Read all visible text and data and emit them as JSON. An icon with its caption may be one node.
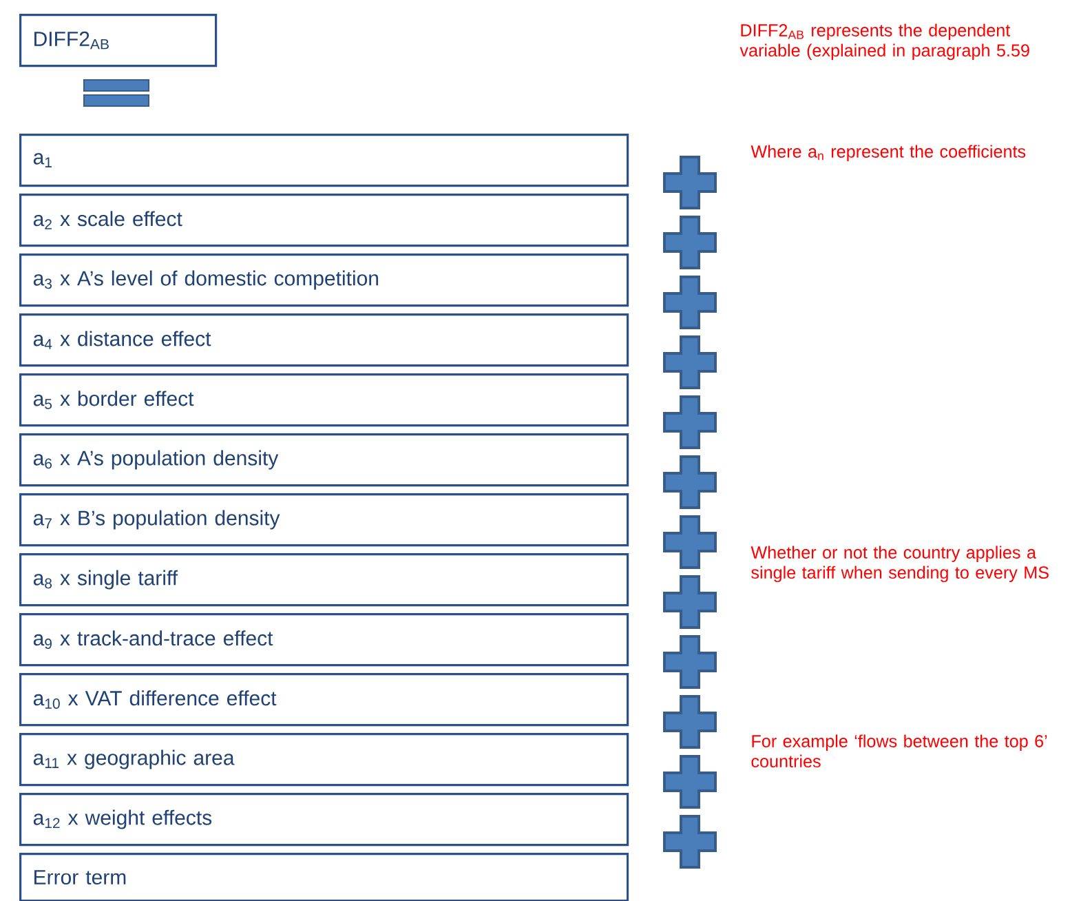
{
  "diagram": {
    "nodes": [
      {
        "text": [
          "DIFF2$_{AB}$"
        ]
      },
      {
        "text": [
          "a$_{1}$"
        ]
      },
      {
        "text": [
          "a$_{2}$ x scale effect"
        ]
      },
      {
        "text": [
          "a$_{3}$ x A’s level of domestic competition"
        ]
      },
      {
        "text": [
          "a$_{4}$ x distance effect"
        ]
      },
      {
        "text": [
          "a$_{5}$ x border effect"
        ]
      },
      {
        "text": [
          "a$_{6}$ x A’s population density"
        ]
      },
      {
        "text": [
          "a$_{7}$ x B’s population density"
        ]
      },
      {
        "text": [
          "a$_{8}$ x single tariff"
        ]
      },
      {
        "text": [
          "a$_{9}$ x track-and-trace effect"
        ]
      },
      {
        "text": [
          "a$_{10}$ x VAT difference effect"
        ]
      },
      {
        "text": [
          "a$_{11}$ x geographic area"
        ]
      },
      {
        "text": [
          "a$_{12}$ x weight effects"
        ]
      },
      {
        "text": [
          "Error term"
        ]
      }
    ],
    "labels": [
      "DIFF2$_{AB}$ represents the dependent variable (explained in paragraph 5.59",
      "Where a$_{n}$ represent the coefficients",
      "Whether or not the country applies a single tariff when sending to every MS",
      "For example ‘flows between the top 6’ countries"
    ]
  }
}
